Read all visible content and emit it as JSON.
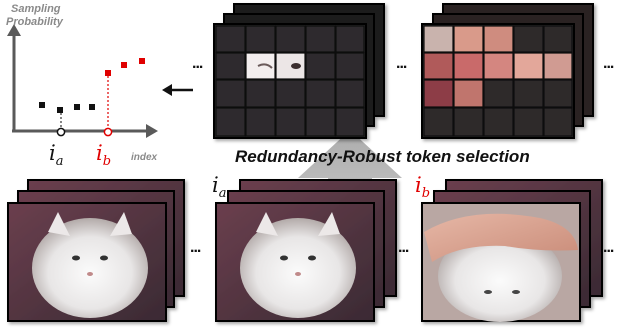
{
  "plot": {
    "ylabel_line1": "Sampling",
    "ylabel_line2": "Probability",
    "xlabel": "index",
    "idx_a_var": "i",
    "idx_a_sub": "a",
    "idx_b_var": "i",
    "idx_b_sub": "b"
  },
  "middle": {
    "idx_a_var": "i",
    "idx_a_sub": "a",
    "idx_b_var": "i",
    "idx_b_sub": "b",
    "title": "Redundancy-Robust token selection"
  },
  "ellipsis": "...",
  "colors": {
    "accent_red": "#e00000",
    "dark": "#111111",
    "muted": "#8a8a8a",
    "arrow_gray": "#b0b0b0"
  }
}
